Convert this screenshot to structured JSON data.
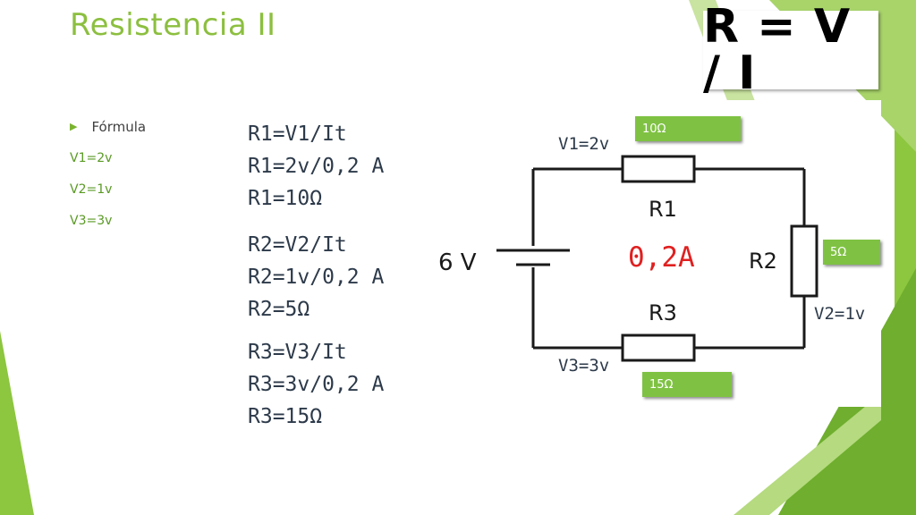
{
  "slide": {
    "title": "Resistencia II",
    "bullet_heading": "Fórmula",
    "bullets": [
      "V1=2v",
      "V2=1v",
      "V3=3v"
    ],
    "formula_image_text": "R = V / I"
  },
  "formulas": {
    "r1": [
      "R1=V1/It",
      "R1=2v/0,2 A",
      "R1=10Ω"
    ],
    "r2": [
      "R2=V2/It",
      "R2=1v/0,2 A",
      "R2=5Ω"
    ],
    "r3": [
      "R3=V3/It",
      "R3=3v/0,2 A",
      "R3=15Ω"
    ]
  },
  "circuit": {
    "source_label": "6 V",
    "current_label": "0,2A",
    "r1_label": "R1",
    "r2_label": "R2",
    "r3_label": "R3",
    "v1_label": "V1=2v",
    "v2_label": "V2=1v",
    "v3_label": "V3=3v",
    "r1_value": "10Ω",
    "r2_value": "5Ω",
    "r3_value": "15Ω"
  },
  "colors": {
    "title": "#8cbf3f",
    "bullets": "#5a9a25",
    "label_bg": "#7fc243",
    "current": "#e02020",
    "text": "#2d3a4a"
  }
}
